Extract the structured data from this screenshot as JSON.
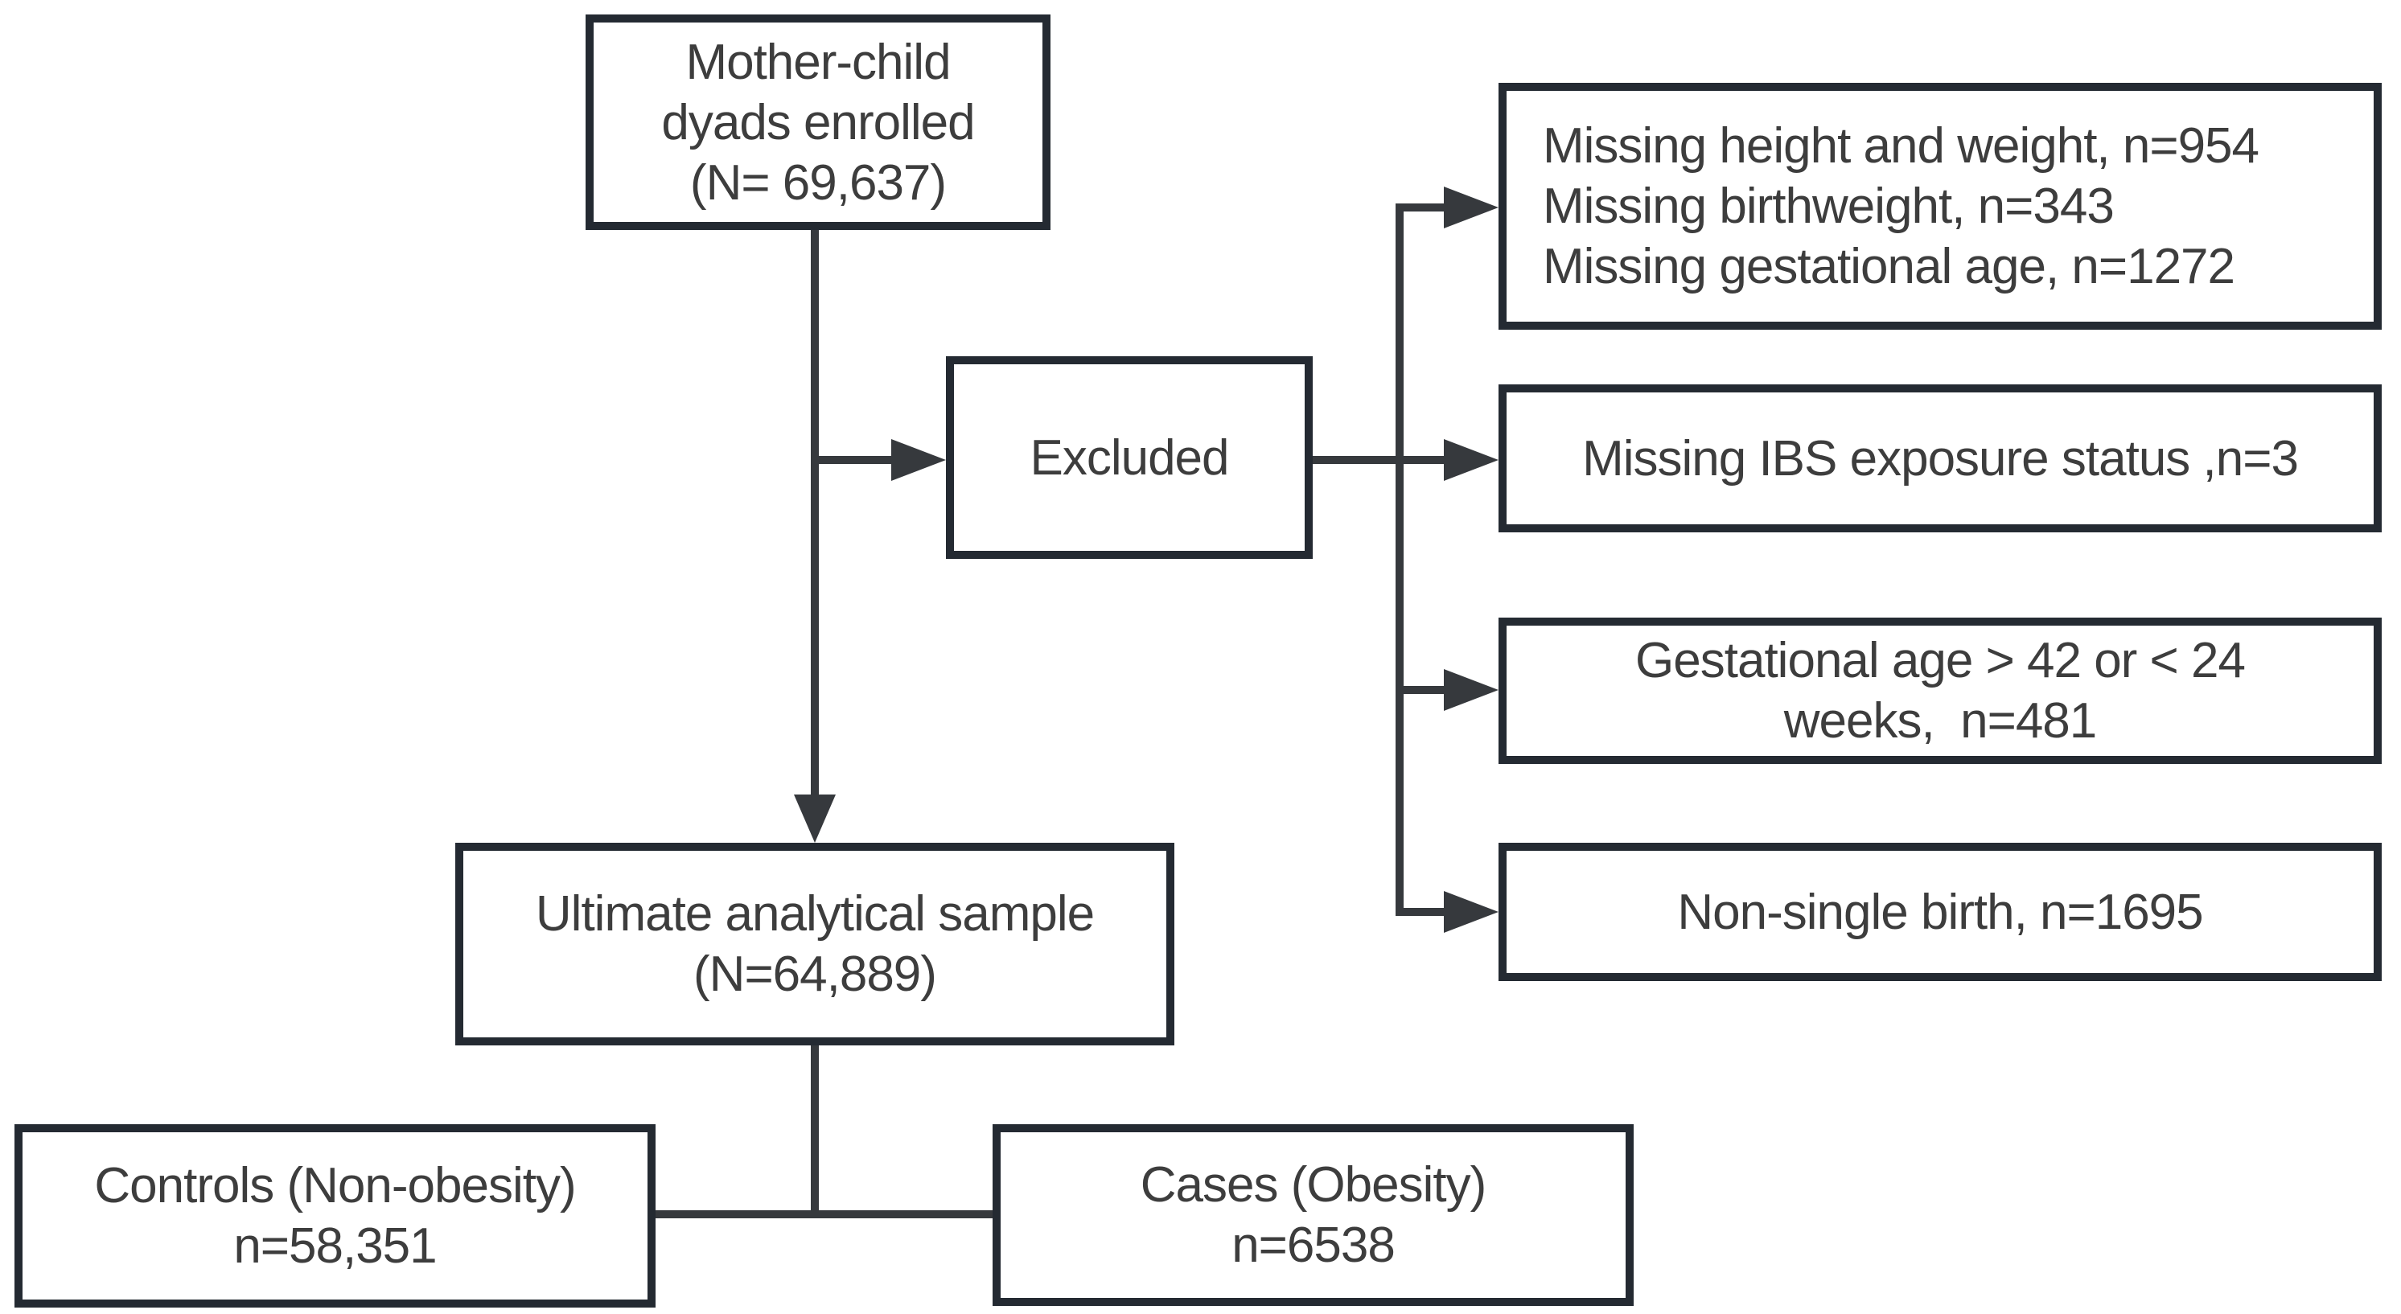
{
  "figure": {
    "background": "#ffffff",
    "border_color": "#242a32",
    "line_color": "#36393d",
    "text_color": "#3d3d3d"
  },
  "nodes": {
    "enrolled": {
      "lines": [
        "Mother-child",
        "dyads enrolled",
        "(N= 69,637)"
      ]
    },
    "excluded": {
      "lines": [
        "Excluded"
      ]
    },
    "missing_anthro": {
      "lines": [
        "Missing height and weight, n=954",
        "Missing birthweight, n=343",
        "Missing gestational age, n=1272"
      ]
    },
    "missing_ibs": {
      "lines": [
        "Missing IBS exposure status ,n=3"
      ]
    },
    "gestational_age": {
      "lines": [
        "Gestational age > 42 or < 24",
        "weeks,  n=481"
      ]
    },
    "non_single": {
      "lines": [
        "Non-single birth, n=1695"
      ]
    },
    "ultimate": {
      "lines": [
        "Ultimate analytical sample",
        "(N=64,889)"
      ]
    },
    "controls": {
      "lines": [
        "Controls (Non-obesity)",
        "n=58,351"
      ]
    },
    "cases": {
      "lines": [
        "Cases (Obesity)",
        "n=6538"
      ]
    }
  }
}
